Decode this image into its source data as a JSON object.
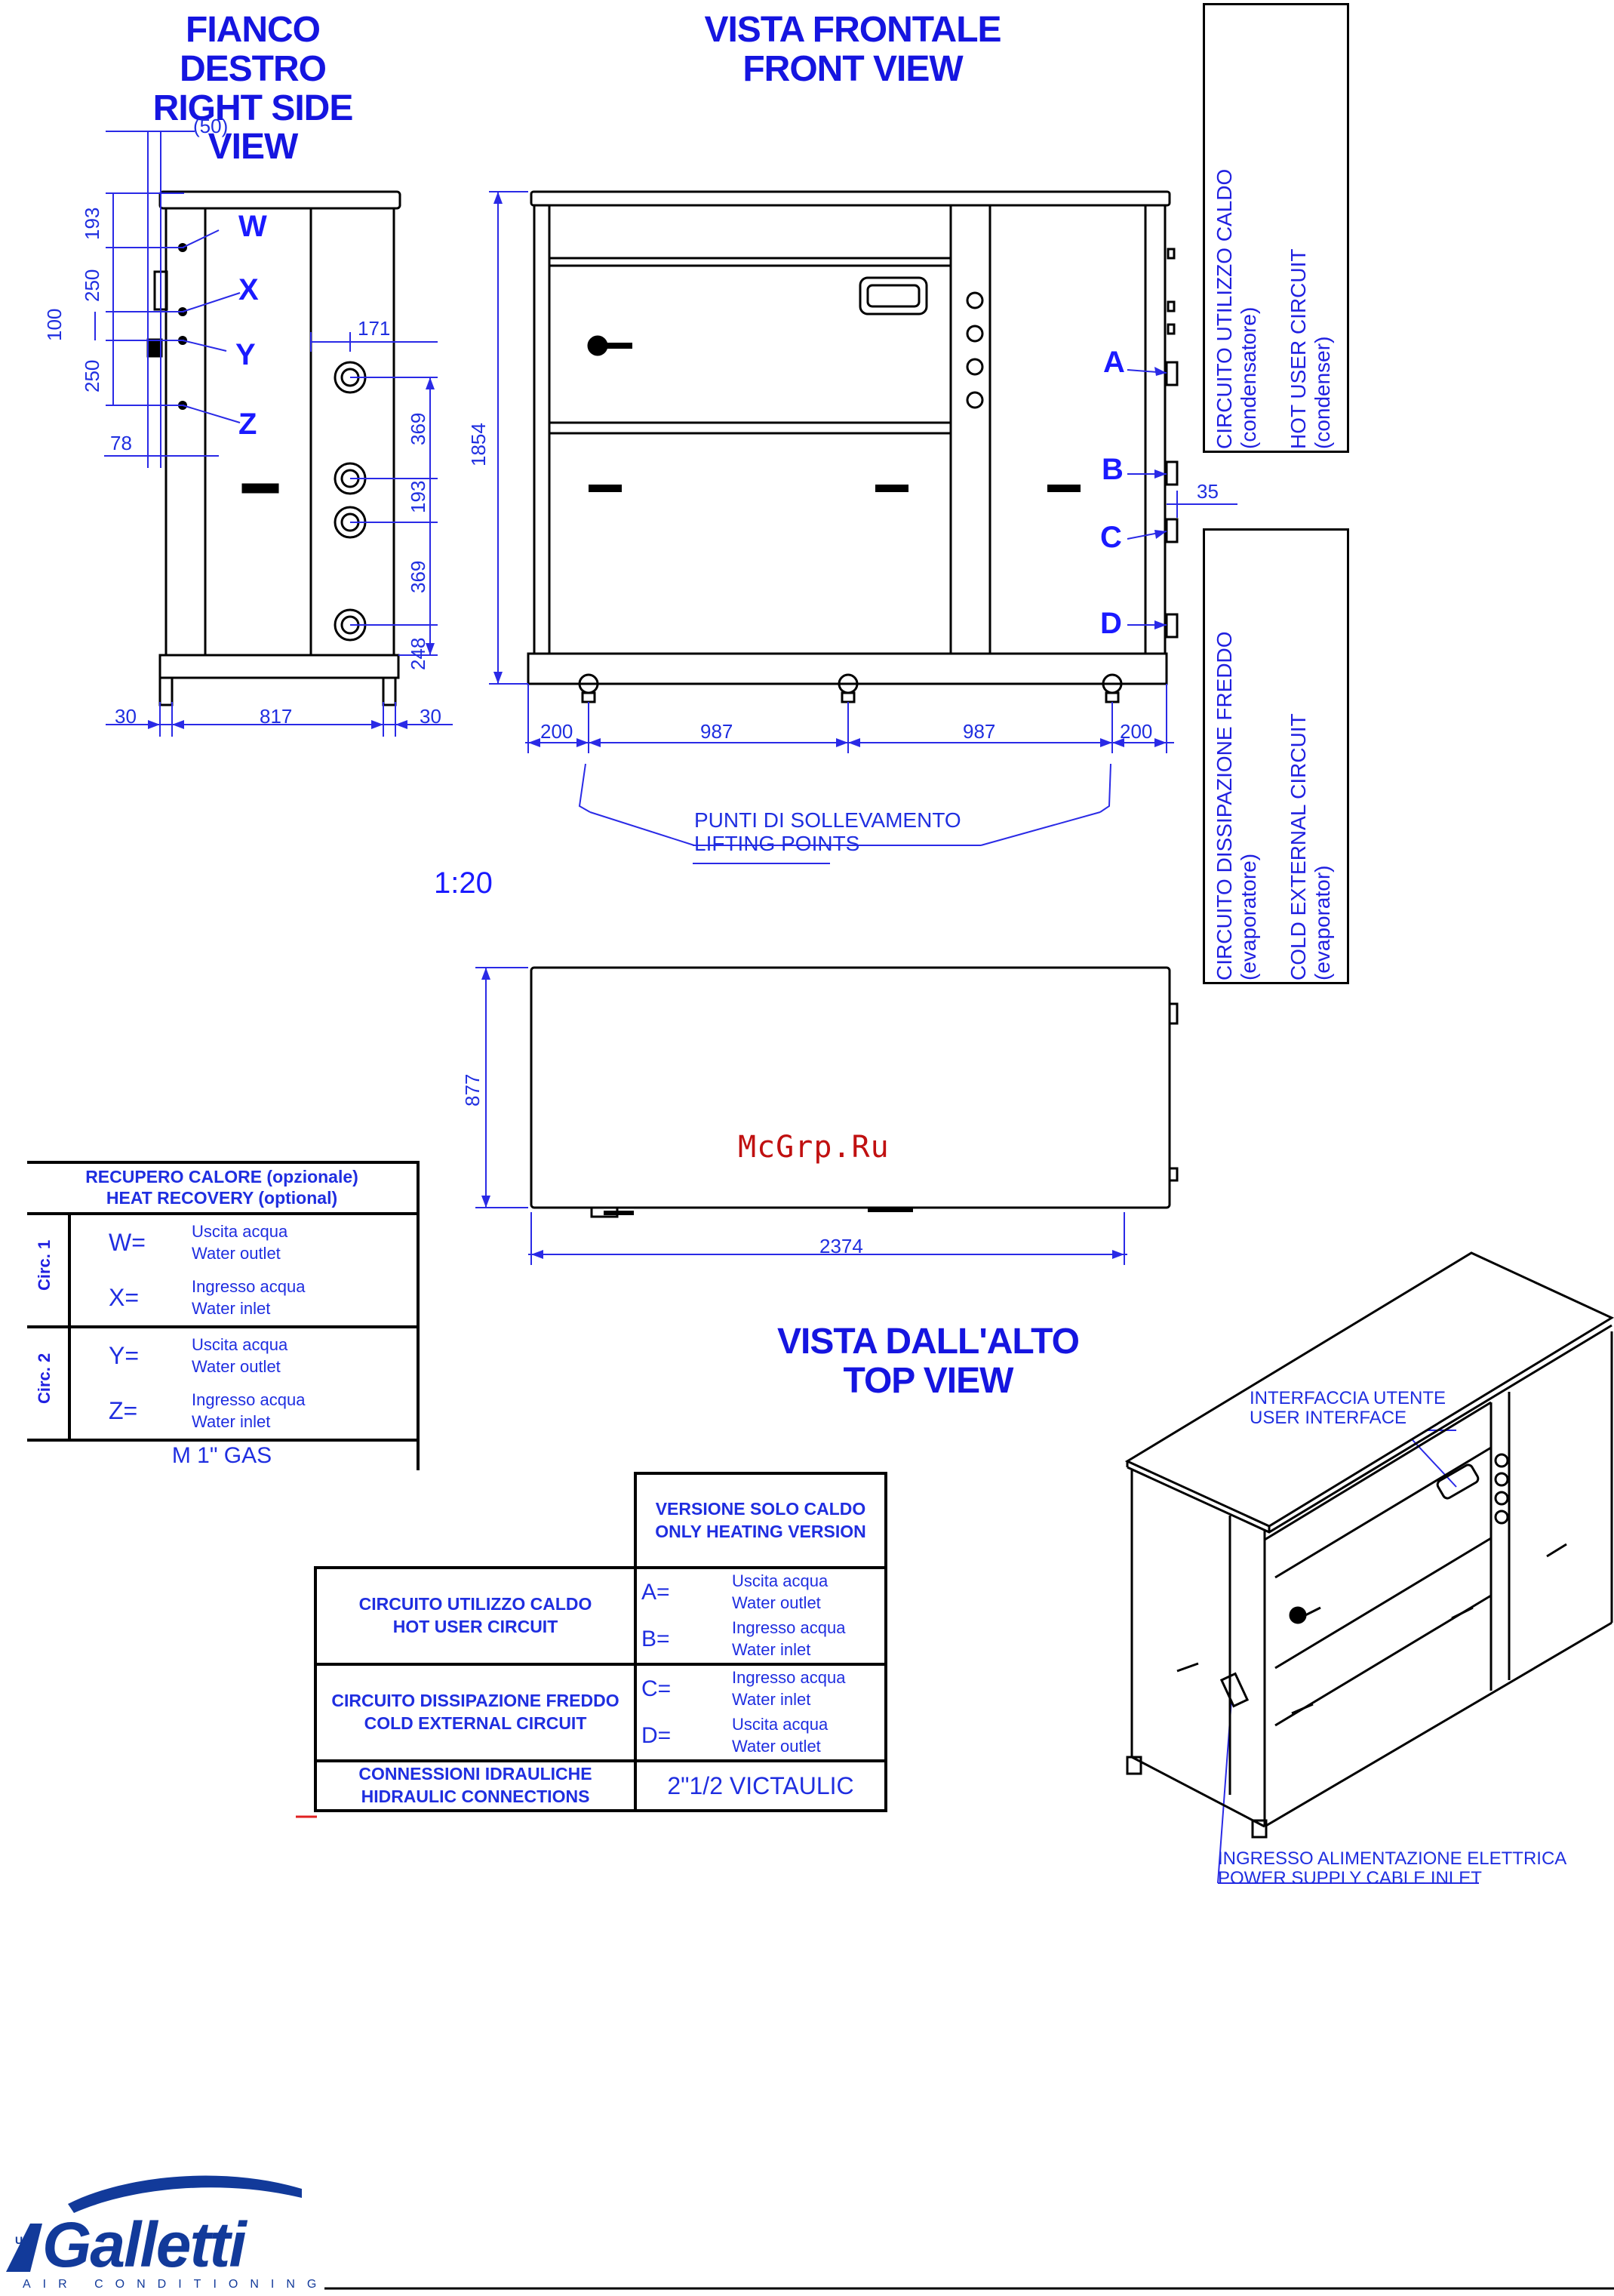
{
  "titles": {
    "right_side_it": "FIANCO DESTRO",
    "right_side_en": "RIGHT SIDE VIEW",
    "front_it": "VISTA FRONTALE",
    "front_en": "FRONT VIEW",
    "top_it": "VISTA DALL'ALTO",
    "top_en": "TOP VIEW",
    "scale": "1:20",
    "watermark": "McGrp.Ru"
  },
  "side_view": {
    "dims": {
      "d50": "(50)",
      "d193a": "193",
      "d250a": "250",
      "d100": "100",
      "d250b": "250",
      "d78": "78",
      "d171": "171",
      "d369a": "369",
      "d193b": "193",
      "d369b": "369",
      "d248": "248",
      "d30a": "30",
      "d817": "817",
      "d30b": "30"
    },
    "letters": {
      "w": "W",
      "x": "X",
      "y": "Y",
      "z": "Z"
    }
  },
  "front_view": {
    "dims": {
      "h1854": "1854",
      "d35": "35",
      "d200a": "200",
      "d987a": "987",
      "d987b": "987",
      "d200b": "200"
    },
    "letters": {
      "a": "A",
      "b": "B",
      "c": "C",
      "d": "D"
    },
    "lifting_it": "PUNTI DI SOLLEVAMENTO",
    "lifting_en": "LIFTING POINTS"
  },
  "top_view": {
    "dims": {
      "d877": "877",
      "d2374": "2374"
    }
  },
  "side_boxes": {
    "hot": {
      "it": "CIRCUITO UTILIZZO CALDO",
      "it_sub": "(condensatore)",
      "en": "HOT USER CIRCUIT",
      "en_sub": "(condenser)"
    },
    "cold": {
      "it": "CIRCUITO DISSIPAZIONE FREDDO",
      "it_sub": "(evaporatore)",
      "en": "COLD EXTERNAL CIRCUIT",
      "en_sub": "(evaporator)"
    }
  },
  "heat_recovery_table": {
    "header_it": "RECUPERO CALORE (opzionale)",
    "header_en": "HEAT RECOVERY (optional)",
    "circ1": "Circ. 1",
    "circ2": "Circ. 2",
    "rows": [
      {
        "code": "W=",
        "it": "Uscita acqua",
        "en": "Water outlet"
      },
      {
        "code": "X=",
        "it": "Ingresso acqua",
        "en": "Water inlet"
      },
      {
        "code": "Y=",
        "it": "Uscita acqua",
        "en": "Water outlet"
      },
      {
        "code": "Z=",
        "it": "Ingresso acqua",
        "en": "Water inlet"
      }
    ],
    "footer": "M 1\" GAS"
  },
  "version_table": {
    "header_it": "VERSIONE SOLO CALDO",
    "header_en": "ONLY HEATING VERSION",
    "hot_it": "CIRCUITO UTILIZZO CALDO",
    "hot_en": "HOT USER CIRCUIT",
    "cold_it": "CIRCUITO DISSIPAZIONE FREDDO",
    "cold_en": "COLD EXTERNAL CIRCUIT",
    "conn_it": "CONNESSIONI IDRAULICHE",
    "conn_en": "HIDRAULIC CONNECTIONS",
    "conn_value": "2\"1/2 VICTAULIC",
    "rows": [
      {
        "code": "A=",
        "it": "Uscita acqua",
        "en": "Water outlet"
      },
      {
        "code": "B=",
        "it": "Ingresso acqua",
        "en": "Water inlet"
      },
      {
        "code": "C=",
        "it": "Ingresso acqua",
        "en": "Water inlet"
      },
      {
        "code": "D=",
        "it": "Uscita acqua",
        "en": "Water outlet"
      }
    ]
  },
  "iso_view": {
    "ui_it": "INTERFACCIA UTENTE",
    "ui_en": "USER INTERFACE",
    "power_it": "INGRESSO ALIMENTAZIONE ELETTRICA",
    "power_en": "POWER SUPPLY CABLE INLET"
  },
  "logo": {
    "mark": "UFR",
    "name": "Galletti",
    "tagline": "AIR CONDITIONING"
  }
}
